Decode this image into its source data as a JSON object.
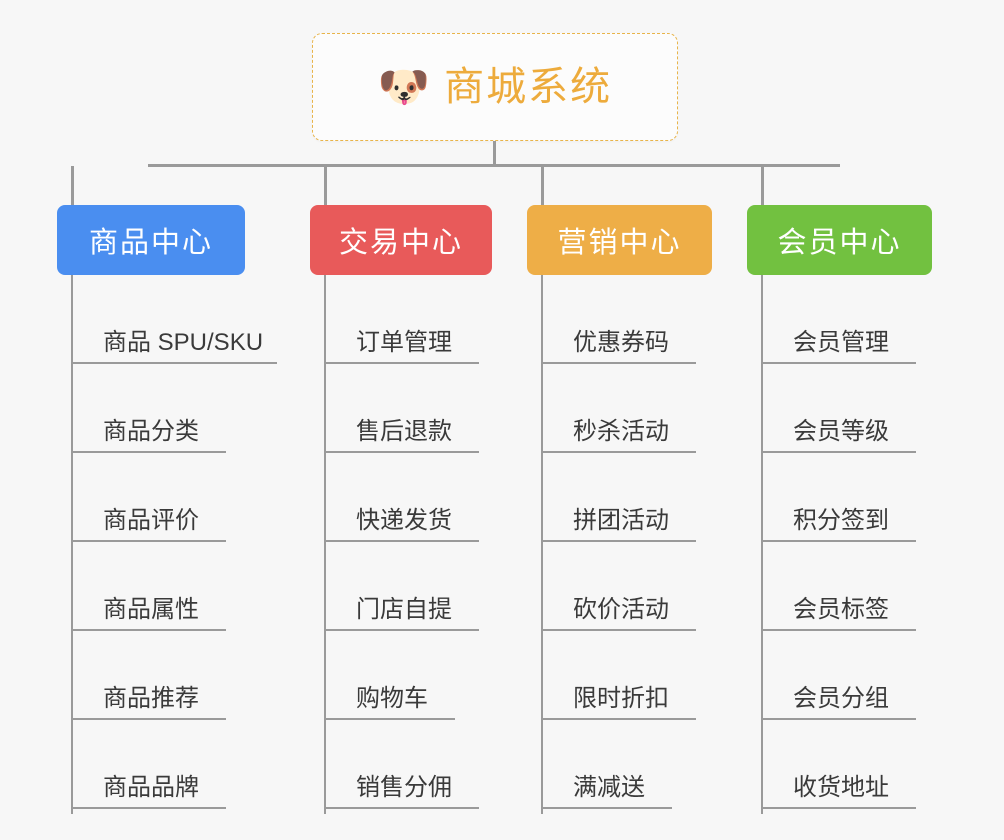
{
  "diagram": {
    "type": "org-chart",
    "orientation": "top-down",
    "root": {
      "icon": "dog-face-icon",
      "icon_glyph": "🐶",
      "title": "商城系统",
      "border_style": "dashed",
      "accent_color": "#edab3c",
      "background": "#fcfcfc"
    },
    "canvas_background": "#f7f7f7",
    "connector_color": "#9a9a9a",
    "categories": [
      {
        "label": "商品中心",
        "color": "#4a8ef0",
        "leaves": [
          {
            "label": "商品 SPU/SKU",
            "underline_width": 206
          },
          {
            "label": "商品分类",
            "underline_width": 155
          },
          {
            "label": "商品评价",
            "underline_width": 155
          },
          {
            "label": "商品属性",
            "underline_width": 155
          },
          {
            "label": "商品推荐",
            "underline_width": 155
          },
          {
            "label": "商品品牌",
            "underline_width": 155
          }
        ]
      },
      {
        "label": "交易中心",
        "color": "#e85a5a",
        "leaves": [
          {
            "label": "订单管理",
            "underline_width": 155
          },
          {
            "label": "售后退款",
            "underline_width": 155
          },
          {
            "label": "快递发货",
            "underline_width": 155
          },
          {
            "label": "门店自提",
            "underline_width": 155
          },
          {
            "label": "购物车",
            "underline_width": 131
          },
          {
            "label": "销售分佣",
            "underline_width": 155
          }
        ]
      },
      {
        "label": "营销中心",
        "color": "#eeae47",
        "leaves": [
          {
            "label": "优惠券码",
            "underline_width": 155
          },
          {
            "label": "秒杀活动",
            "underline_width": 155
          },
          {
            "label": "拼团活动",
            "underline_width": 155
          },
          {
            "label": "砍价活动",
            "underline_width": 155
          },
          {
            "label": "限时折扣",
            "underline_width": 155
          },
          {
            "label": "满减送",
            "underline_width": 131
          }
        ]
      },
      {
        "label": "会员中心",
        "color": "#72c140",
        "leaves": [
          {
            "label": "会员管理",
            "underline_width": 155
          },
          {
            "label": "会员等级",
            "underline_width": 155
          },
          {
            "label": "积分签到",
            "underline_width": 155
          },
          {
            "label": "会员标签",
            "underline_width": 155
          },
          {
            "label": "会员分组",
            "underline_width": 155
          },
          {
            "label": "收货地址",
            "underline_width": 155
          }
        ]
      }
    ]
  }
}
